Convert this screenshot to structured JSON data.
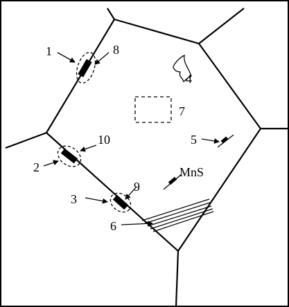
{
  "diagram": {
    "labels": {
      "n1": "1",
      "n2": "2",
      "n3": "3",
      "n4": "4",
      "n5": "5",
      "n6": "6",
      "n7": "7",
      "n8": "8",
      "n9": "9",
      "n10": "10",
      "mns": "MnS"
    }
  }
}
